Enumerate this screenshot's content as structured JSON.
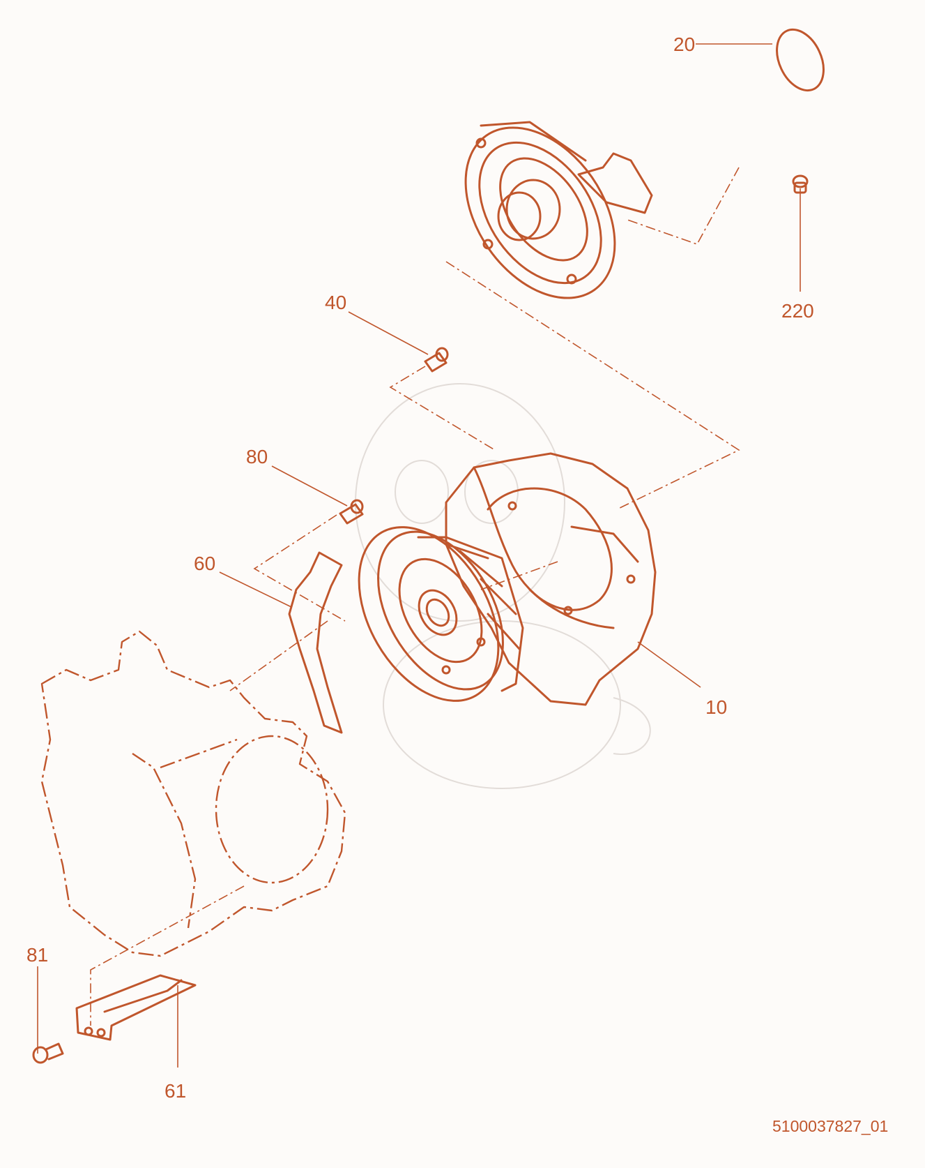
{
  "diagram": {
    "accent_color": "#c0562c",
    "background_color": "#fdfbf9",
    "drawing_code": "5100037827_01",
    "callouts": [
      {
        "id": "callout-20",
        "label": "20"
      },
      {
        "id": "callout-220",
        "label": "220"
      },
      {
        "id": "callout-40",
        "label": "40"
      },
      {
        "id": "callout-80",
        "label": "80"
      },
      {
        "id": "callout-60",
        "label": "60"
      },
      {
        "id": "callout-10",
        "label": "10"
      },
      {
        "id": "callout-81",
        "label": "81"
      },
      {
        "id": "callout-61",
        "label": "61"
      }
    ]
  }
}
